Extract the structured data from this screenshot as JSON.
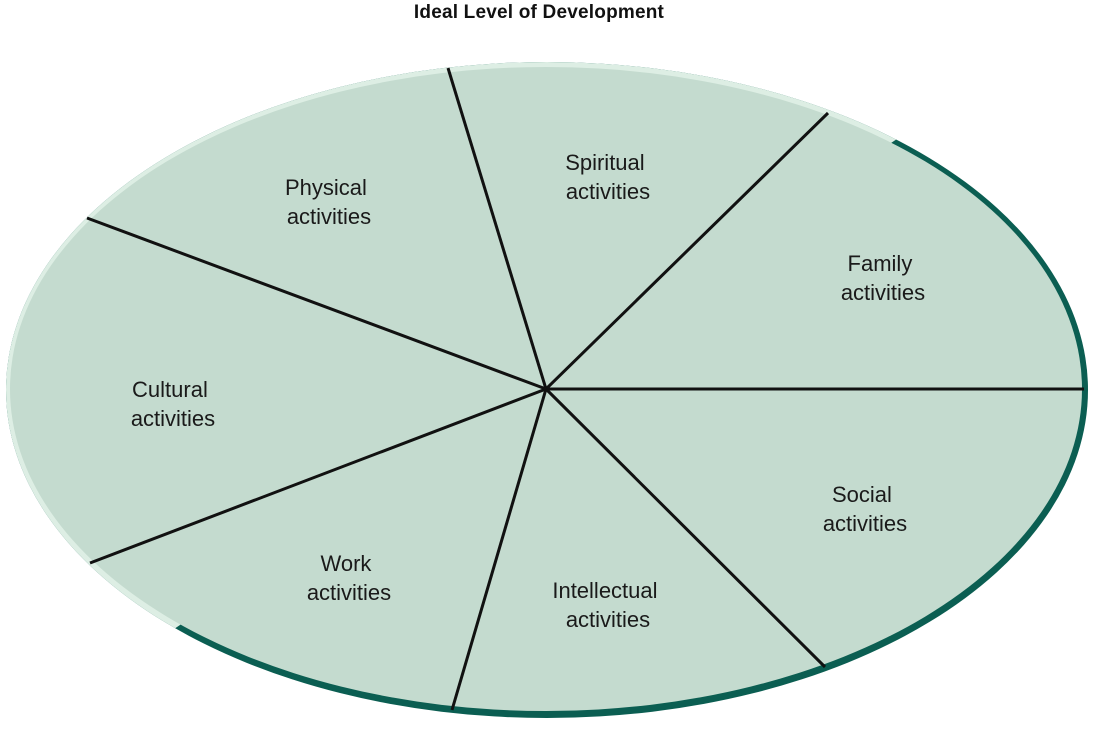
{
  "title": "Ideal Level of Development",
  "colors": {
    "fill": "#c4dbcf",
    "rim_light": "#ddeee4",
    "rim_dark": "#0b5e52",
    "divider": "#111111"
  },
  "segments": [
    {
      "id": "spiritual",
      "line1": "Spiritual",
      "line2": "activities"
    },
    {
      "id": "family",
      "line1": "Family",
      "line2": "activities"
    },
    {
      "id": "social",
      "line1": "Social",
      "line2": "activities"
    },
    {
      "id": "intellectual",
      "line1": "Intellectual",
      "line2": "activities"
    },
    {
      "id": "work",
      "line1": "Work",
      "line2": "activities"
    },
    {
      "id": "cultural",
      "line1": "Cultural",
      "line2": "activities"
    },
    {
      "id": "physical",
      "line1": "Physical",
      "line2": "activities"
    }
  ]
}
